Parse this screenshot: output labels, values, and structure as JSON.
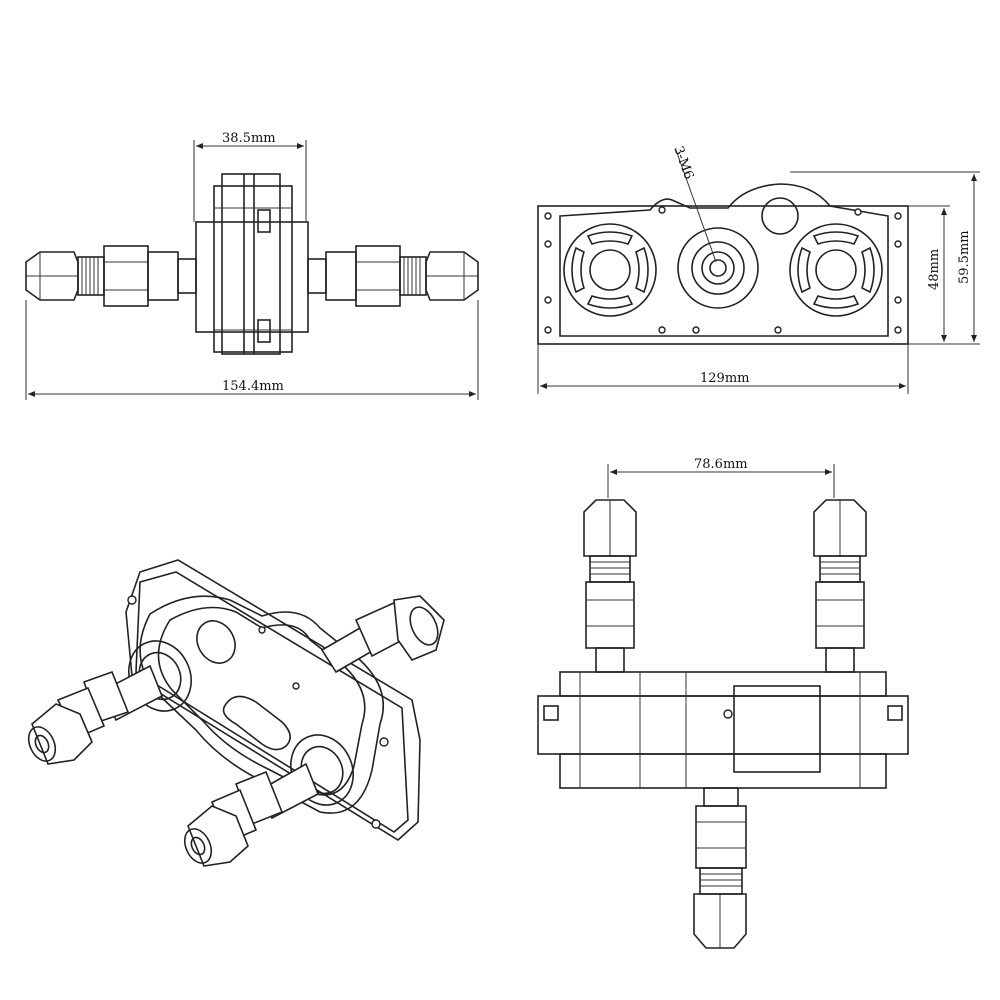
{
  "dimensions": {
    "top_left_width": "38.5mm",
    "top_left_length": "154.4mm",
    "top_right_hole_label": "3-M6",
    "top_right_width": "129mm",
    "top_right_height_inner": "48mm",
    "top_right_height_outer": "59.5mm",
    "bottom_right_spacing": "78.6mm"
  },
  "colors": {
    "line": "#222222",
    "background": "#ffffff"
  }
}
